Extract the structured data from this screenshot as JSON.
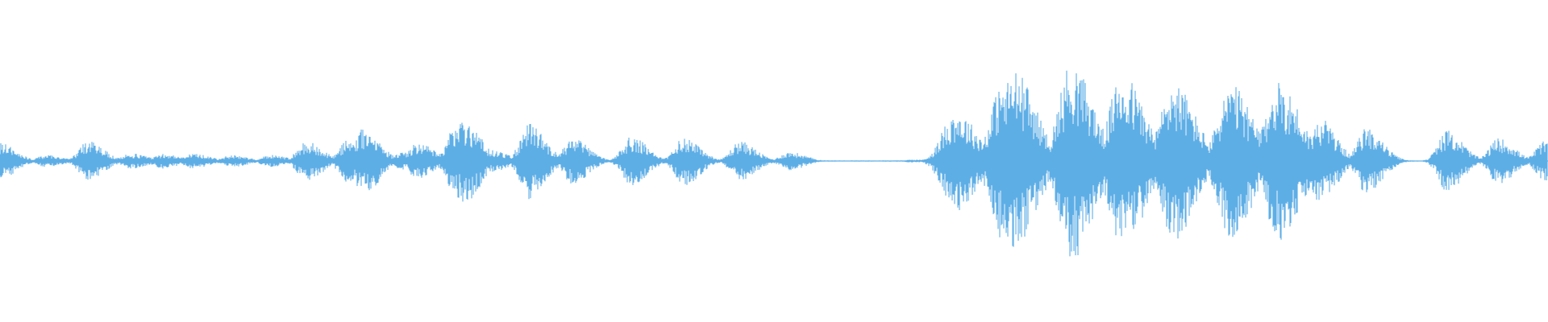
{
  "waveform": {
    "color": "#5eaee6",
    "background": "#ffffff",
    "baseline_visible": true,
    "amplitude_scale": "peak-normalized",
    "segments": [
      {
        "time": 0.0,
        "peak": 0.12
      },
      {
        "time": 0.01,
        "peak": 0.02
      },
      {
        "time": 0.03,
        "peak": 0.04
      },
      {
        "time": 0.057,
        "peak": 0.13
      },
      {
        "time": 0.085,
        "peak": 0.05
      },
      {
        "time": 0.105,
        "peak": 0.05
      },
      {
        "time": 0.125,
        "peak": 0.05
      },
      {
        "time": 0.15,
        "peak": 0.04
      },
      {
        "time": 0.175,
        "peak": 0.04
      },
      {
        "time": 0.198,
        "peak": 0.13
      },
      {
        "time": 0.225,
        "peak": 0.14
      },
      {
        "time": 0.235,
        "peak": 0.22
      },
      {
        "time": 0.26,
        "peak": 0.06
      },
      {
        "time": 0.27,
        "peak": 0.12
      },
      {
        "time": 0.295,
        "peak": 0.25
      },
      {
        "time": 0.3,
        "peak": 0.28
      },
      {
        "time": 0.318,
        "peak": 0.07
      },
      {
        "time": 0.342,
        "peak": 0.25
      },
      {
        "time": 0.37,
        "peak": 0.15
      },
      {
        "time": 0.408,
        "peak": 0.16
      },
      {
        "time": 0.442,
        "peak": 0.16
      },
      {
        "time": 0.478,
        "peak": 0.13
      },
      {
        "time": 0.51,
        "peak": 0.06
      },
      {
        "time": 0.59,
        "peak": 0.01
      },
      {
        "time": 0.617,
        "peak": 0.33
      },
      {
        "time": 0.648,
        "peak": 0.52
      },
      {
        "time": 0.655,
        "peak": 0.6
      },
      {
        "time": 0.692,
        "peak": 0.65
      },
      {
        "time": 0.725,
        "peak": 0.58
      },
      {
        "time": 0.758,
        "peak": 0.52
      },
      {
        "time": 0.795,
        "peak": 0.5
      },
      {
        "time": 0.826,
        "peak": 0.52
      },
      {
        "time": 0.853,
        "peak": 0.28
      },
      {
        "time": 0.883,
        "peak": 0.22
      },
      {
        "time": 0.935,
        "peak": 0.2
      },
      {
        "time": 0.968,
        "peak": 0.15
      },
      {
        "time": 0.998,
        "peak": 0.13
      }
    ]
  }
}
